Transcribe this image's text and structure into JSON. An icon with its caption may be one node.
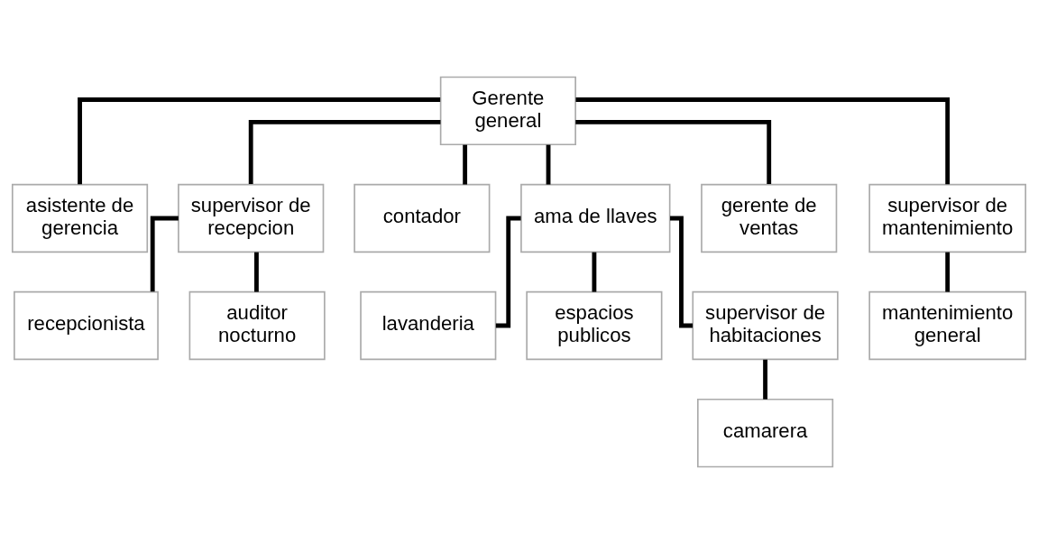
{
  "diagram": {
    "nodes": [
      {
        "text": [
          "Gerente general"
        ]
      },
      {
        "text": [
          "asistente de gerencia"
        ]
      },
      {
        "text": [
          "supervisor de recepcion"
        ]
      },
      {
        "text": [
          "contador"
        ]
      },
      {
        "text": [
          "ama de llaves"
        ]
      },
      {
        "text": [
          "gerente de ventas"
        ]
      },
      {
        "text": [
          "supervisor de mantenimiento"
        ]
      },
      {
        "text": [
          "recepcionista"
        ]
      },
      {
        "text": [
          "lavanderia"
        ]
      },
      {
        "text": [
          "espacios publicos"
        ]
      },
      {
        "text": [
          "supervisor de habitaciones"
        ]
      },
      {
        "text": [
          "mantenimiento general"
        ]
      },
      {
        "text": [
          "auditor nocturno"
        ]
      },
      {
        "text": [
          "camarera"
        ]
      }
    ],
    "edges": [
      {
        "from": 0,
        "to": 1,
        "arrow": "none"
      },
      {
        "from": 0,
        "to": 2,
        "arrow": "none"
      },
      {
        "from": 0,
        "to": 3,
        "arrow": "none"
      },
      {
        "from": 0,
        "to": 4,
        "arrow": "none"
      },
      {
        "from": 0,
        "to": 5,
        "arrow": "none"
      },
      {
        "from": 0,
        "to": 6,
        "arrow": "none"
      },
      {
        "from": 2,
        "to": 7,
        "arrow": "none"
      },
      {
        "from": 2,
        "to": 12,
        "arrow": "none"
      },
      {
        "from": 4,
        "to": 8,
        "arrow": "none"
      },
      {
        "from": 4,
        "to": 9,
        "arrow": "none"
      },
      {
        "from": 4,
        "to": 10,
        "arrow": "none"
      },
      {
        "from": 10,
        "to": 13,
        "arrow": "none"
      },
      {
        "from": 6,
        "to": 11,
        "arrow": "none"
      }
    ]
  }
}
